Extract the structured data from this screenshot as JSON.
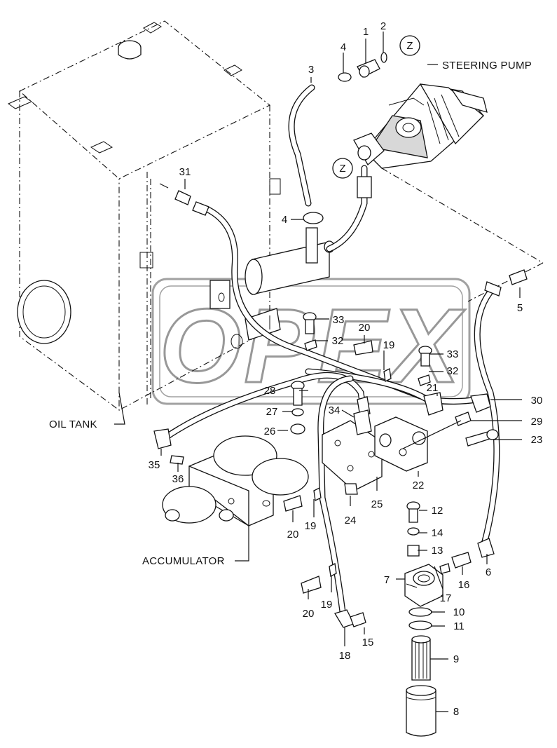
{
  "labels": {
    "steering_pump": "STEERING PUMP",
    "oil_tank": "OIL TANK",
    "accumulator": "ACCUMULATOR",
    "watermark": "OPEX"
  },
  "callouts": {
    "p1": "1",
    "p2": "2",
    "p3": "3",
    "p4a": "4",
    "p4b": "4",
    "p5": "5",
    "p6": "6",
    "p7": "7",
    "p8": "8",
    "p9": "9",
    "p10": "10",
    "p11": "11",
    "p12": "12",
    "p13": "13",
    "p14": "14",
    "p15": "15",
    "p16": "16",
    "p17": "17",
    "p18": "18",
    "p19a": "19",
    "p19b": "19",
    "p19c": "19",
    "p20a": "20",
    "p20b": "20",
    "p20c": "20",
    "p21": "21",
    "p22": "22",
    "p23": "23",
    "p24": "24",
    "p25": "25",
    "p26": "26",
    "p27": "27",
    "p28": "28",
    "p29": "29",
    "p30": "30",
    "p31": "31",
    "p32a": "32",
    "p32b": "32",
    "p33a": "33",
    "p33b": "33",
    "p34": "34",
    "p35": "35",
    "p36": "36",
    "za": "Z",
    "zb": "Z"
  }
}
